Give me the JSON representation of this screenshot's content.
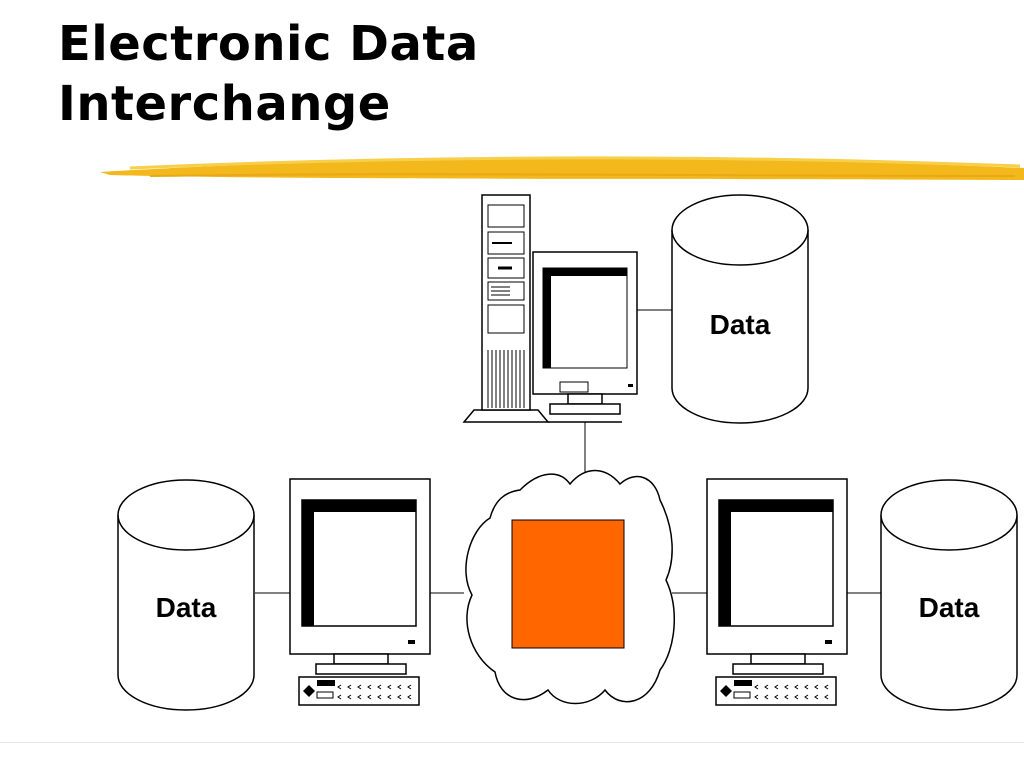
{
  "title": {
    "line1": "Electronic Data",
    "line2": "Interchange"
  },
  "database_label": "Data",
  "colors": {
    "title_underline": "#f2b81c",
    "center_box": "#ff6600"
  },
  "nodes": [
    {
      "name": "server-computer",
      "icon": "server-tower-icon"
    },
    {
      "name": "left-workstation",
      "icon": "desktop-computer-icon"
    },
    {
      "name": "right-workstation",
      "icon": "desktop-computer-icon"
    },
    {
      "name": "network-cloud",
      "icon": "cloud-icon"
    }
  ]
}
